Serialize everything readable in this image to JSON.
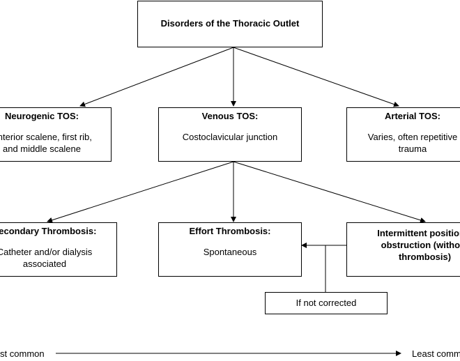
{
  "root": {
    "title": "Disorders of the Thoracic Outlet"
  },
  "level1": [
    {
      "title": "Neurogenic TOS:",
      "desc": "Anterior scalene, first rib,\nand middle scalene"
    },
    {
      "title": "Venous TOS:",
      "desc": "Costoclavicular junction"
    },
    {
      "title": "Arterial TOS:",
      "desc": "Varies, often repetitive\ntrauma"
    }
  ],
  "level2": [
    {
      "title": "Secondary Thrombosis:",
      "desc": "Catheter and/or dialysis\nassociated"
    },
    {
      "title": "Effort Thrombosis:",
      "desc": "Spontaneous"
    },
    {
      "title": "Intermittent positional\nobstruction (without\nthrombosis)",
      "desc": ""
    }
  ],
  "if_not_corrected": "If not corrected",
  "axis": {
    "left": "Most common",
    "right": "Least common"
  },
  "colors": {
    "line": "#000000",
    "background": "#ffffff"
  }
}
